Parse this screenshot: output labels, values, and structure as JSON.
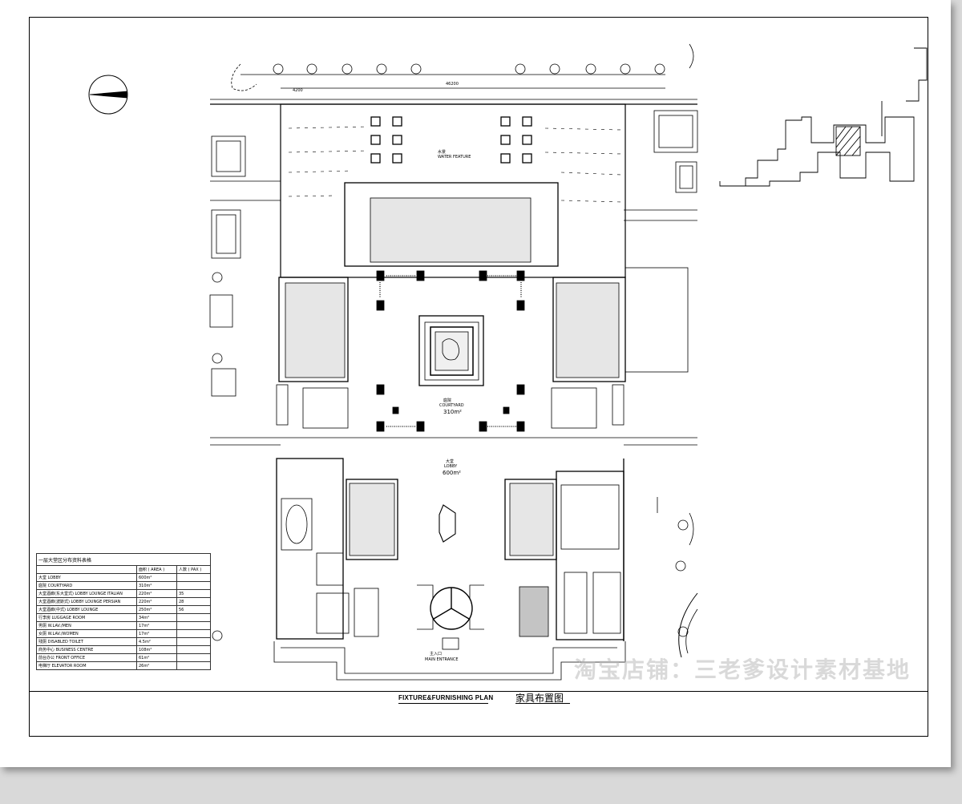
{
  "drawing": {
    "title_en": "FIXTURE&FURNISHING PLAN",
    "title_cn": "家具布置图",
    "watermark": "淘宝店铺：三老爹设计素材基地"
  },
  "schedule": {
    "title": "一层大堂区分布资料表格",
    "headers": [
      "",
      "面积 ( AREA )",
      "人数 ( PAX )"
    ],
    "rows": [
      {
        "name": "大堂        LOBBY",
        "area": "600m²",
        "pax": ""
      },
      {
        "name": "庭院        COURTYARD",
        "area": "310m²",
        "pax": ""
      },
      {
        "name": "大堂酒廊(东大堂式)   LOBBY LOUNGE ITALIAN",
        "area": "220m²",
        "pax": "35"
      },
      {
        "name": "大堂酒廊(波斯式)   LOBBY LOUNGE PERSIAN",
        "area": "220m²",
        "pax": "28"
      },
      {
        "name": "大堂酒廊(中式)     LOBBY LOUNGE",
        "area": "250m²",
        "pax": "56"
      },
      {
        "name": "行李房    LUGGAGE  ROOM",
        "area": "34m²",
        "pax": ""
      },
      {
        "name": "男厕      W.LAV./MEN",
        "area": "17m²",
        "pax": ""
      },
      {
        "name": "女厕      W.LAV./WOMEN",
        "area": "17m²",
        "pax": ""
      },
      {
        "name": "残厕      DISABLED TOILET",
        "area": "4.5m²",
        "pax": ""
      },
      {
        "name": "商务中心  BUSINESS CENTRE",
        "area": "108m²",
        "pax": ""
      },
      {
        "name": "前台办公  FRONT OFFICE",
        "area": "61m²",
        "pax": ""
      },
      {
        "name": "电梯厅    ELEVATOR ROOM",
        "area": "26m²",
        "pax": ""
      }
    ]
  },
  "labels": {
    "water_feature_cn": "水景",
    "water_feature_en": "WATER FEATURE",
    "courtyard_cn": "庭院",
    "courtyard_en": "COURTYARD",
    "courtyard_area": "310m²",
    "lobby_cn": "大堂",
    "lobby_en": "LOBBY",
    "lobby_area": "600m²",
    "main_entrance_cn": "主入口",
    "main_entrance_en": "MAIN ENTRANCE",
    "dim_total": "46200",
    "dim_bay": "4200"
  }
}
